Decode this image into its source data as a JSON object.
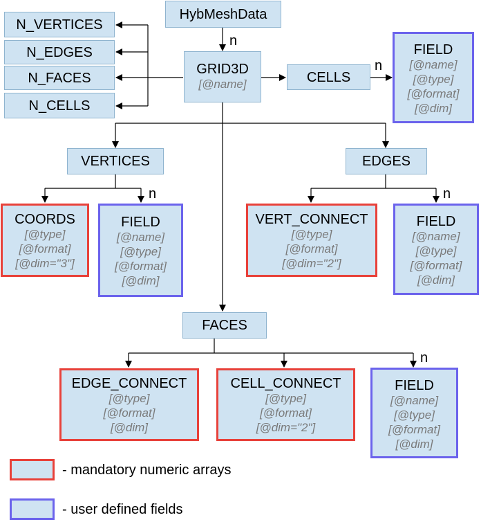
{
  "nodes": {
    "hybmeshdata": {
      "title": "HybMeshData"
    },
    "n_vertices": {
      "title": "N_VERTICES"
    },
    "n_edges": {
      "title": "N_EDGES"
    },
    "n_faces": {
      "title": "N_FACES"
    },
    "n_cells": {
      "title": "N_CELLS"
    },
    "grid3d": {
      "title": "GRID3D",
      "attrs": [
        "[@name]"
      ]
    },
    "cells": {
      "title": "CELLS"
    },
    "cells_field": {
      "title": "FIELD",
      "attrs": [
        "[@name]",
        "[@type]",
        "[@format]",
        "[@dim]"
      ]
    },
    "vertices": {
      "title": "VERTICES"
    },
    "edges": {
      "title": "EDGES"
    },
    "coords": {
      "title": "COORDS",
      "attrs": [
        "[@type]",
        "[@format]",
        "[@dim=\"3\"]"
      ]
    },
    "vertices_field": {
      "title": "FIELD",
      "attrs": [
        "[@name]",
        "[@type]",
        "[@format]",
        "[@dim]"
      ]
    },
    "vert_connect": {
      "title": "VERT_CONNECT",
      "attrs": [
        "[@type]",
        "[@format]",
        "[@dim=\"2\"]"
      ]
    },
    "edges_field": {
      "title": "FIELD",
      "attrs": [
        "[@name]",
        "[@type]",
        "[@format]",
        "[@dim]"
      ]
    },
    "faces": {
      "title": "FACES"
    },
    "edge_connect": {
      "title": "EDGE_CONNECT",
      "attrs": [
        "[@type]",
        "[@format]",
        "[@dim]"
      ]
    },
    "cell_connect": {
      "title": "CELL_CONNECT",
      "attrs": [
        "[@type]",
        "[@format]",
        "[@dim=\"2\"]"
      ]
    },
    "faces_field": {
      "title": "FIELD",
      "attrs": [
        "[@name]",
        "[@type]",
        "[@format]",
        "[@dim]"
      ]
    }
  },
  "multiplicity_label": "n",
  "legend": [
    {
      "text": "- mandatory numeric arrays",
      "color": "#e8413a"
    },
    {
      "text": "- user defined fields",
      "color": "#6b63ec"
    }
  ],
  "colors": {
    "box_fill": "#cfe3f2",
    "mandatory_border": "#e8413a",
    "user_border": "#6b63ec",
    "attr_text": "#7a7a7a"
  }
}
